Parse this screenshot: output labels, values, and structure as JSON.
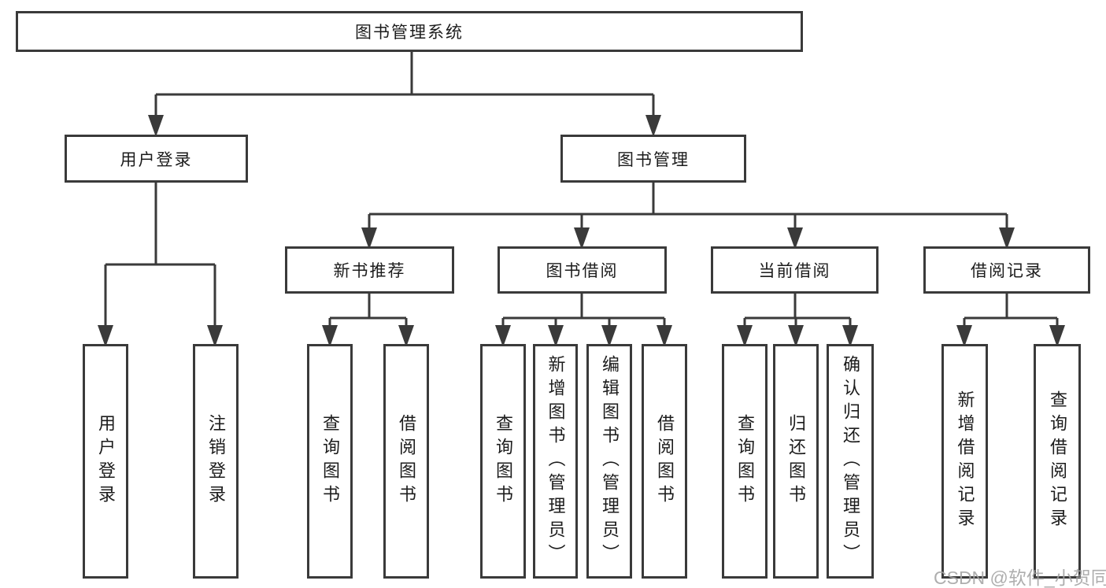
{
  "tree": {
    "root": {
      "label": "图书管理系统",
      "children": [
        {
          "label": "用户登录",
          "children": [
            {
              "label": "用户登录"
            },
            {
              "label": "注销登录"
            }
          ]
        },
        {
          "label": "图书管理",
          "children": [
            {
              "label": "新书推荐",
              "children": [
                {
                  "label": "查询图书"
                },
                {
                  "label": "借阅图书"
                }
              ]
            },
            {
              "label": "图书借阅",
              "children": [
                {
                  "label": "查询图书"
                },
                {
                  "label": "新增图书（管理员）"
                },
                {
                  "label": "编辑图书（管理员）"
                },
                {
                  "label": "借阅图书"
                }
              ]
            },
            {
              "label": "当前借阅",
              "children": [
                {
                  "label": "查询图书"
                },
                {
                  "label": "归还图书"
                },
                {
                  "label": "确认归还（管理员）"
                }
              ]
            },
            {
              "label": "借阅记录",
              "children": [
                {
                  "label": "新增借阅记录"
                },
                {
                  "label": "查询借阅记录"
                }
              ]
            }
          ]
        }
      ]
    }
  },
  "watermark": {
    "text": "CSDN @软件_小贺同学"
  },
  "colors": {
    "line": "#3a3a3a",
    "text": "#1c1c1c",
    "watermark": "#a3a3a3",
    "background": "#ffffff"
  }
}
